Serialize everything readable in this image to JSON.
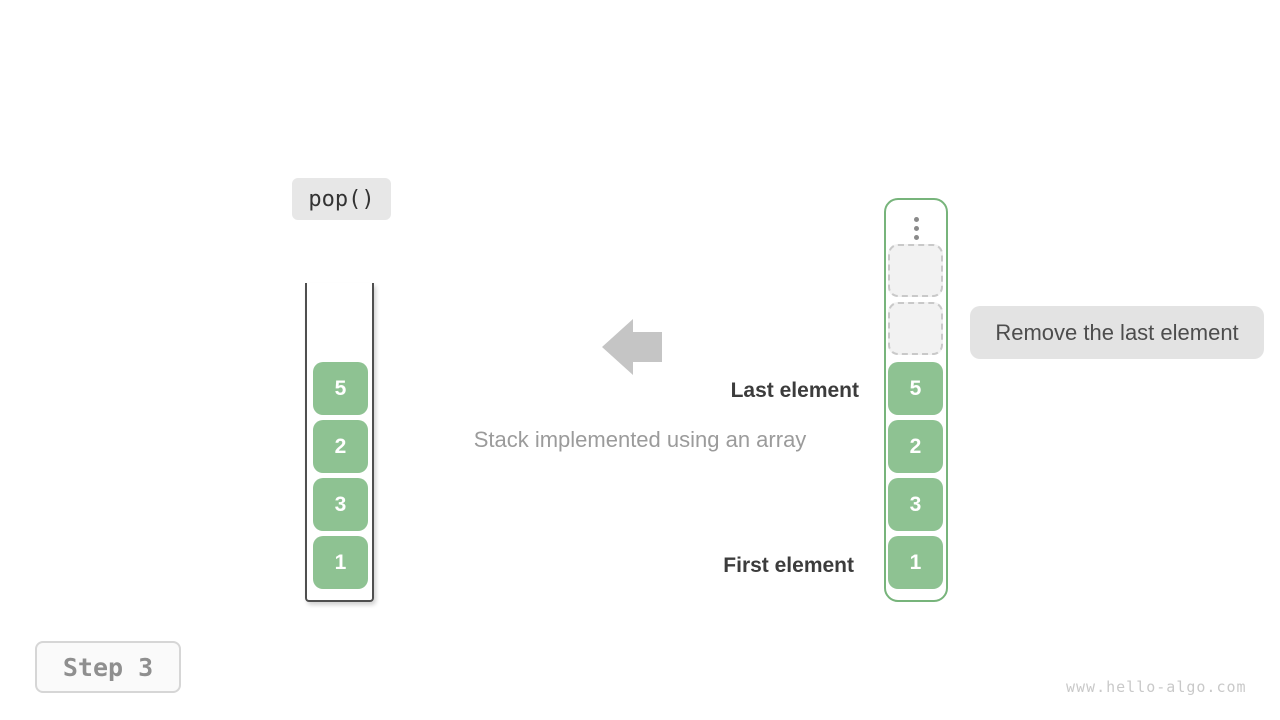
{
  "page": {
    "watermark": "www.hello-algo.com"
  },
  "operation": {
    "label": "pop()"
  },
  "step": {
    "label": "Step 3"
  },
  "caption": {
    "text": "Stack implemented using an array"
  },
  "tooltip": {
    "text": "Remove the last element"
  },
  "annotations": {
    "last_element": "Last element",
    "first_element": "First element"
  },
  "stack_view": {
    "cells_top_to_bottom": [
      "5",
      "2",
      "3",
      "1"
    ]
  },
  "array_view": {
    "cells_top_to_bottom": [
      "5",
      "2",
      "3",
      "1"
    ],
    "empty_slot_count": 2,
    "ellipsis_icon": "vertical-ellipsis"
  },
  "icons": {
    "arrow_left": "arrow-left-icon",
    "ellipsis": "ellipsis-icon"
  },
  "colors": {
    "cell_green": "#8ec292",
    "array_border_green": "#77b47b",
    "stack_border_gray": "#4f4f4f",
    "arrow_gray": "#c5c5c5",
    "label_dark": "#3c3c3c",
    "caption_gray": "#9b9b9b",
    "chip_bg": "#e7e7e7",
    "tooltip_bg": "#e3e3e3",
    "step_text": "#8f8f8f",
    "watermark_gray": "#c9c9c9"
  }
}
